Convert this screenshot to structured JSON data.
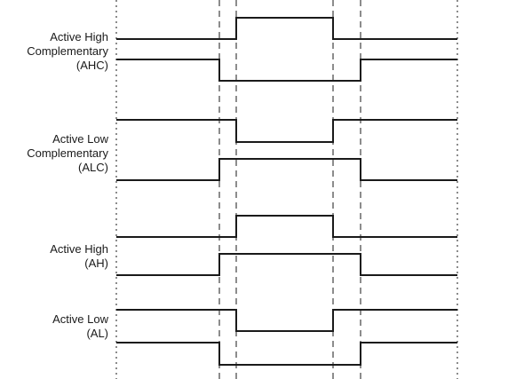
{
  "diagram": {
    "groups": [
      {
        "id": "ahc",
        "label_lines": [
          "Active High",
          "Complementary",
          "(AHC)"
        ],
        "upper_signal": [
          "low",
          "high",
          "low"
        ],
        "lower_signal": [
          "high",
          "low",
          "high"
        ]
      },
      {
        "id": "alc",
        "label_lines": [
          "Active Low",
          "Complementary",
          "(ALC)"
        ],
        "upper_signal": [
          "high",
          "low",
          "high"
        ],
        "lower_signal": [
          "low",
          "high",
          "low"
        ]
      },
      {
        "id": "ah",
        "label_lines": [
          "Active High",
          "(AH)"
        ],
        "upper_signal": [
          "low",
          "high",
          "low"
        ],
        "lower_signal": [
          "low",
          "high",
          "low"
        ]
      },
      {
        "id": "al",
        "label_lines": [
          "Active Low",
          "(AL)"
        ],
        "upper_signal": [
          "high",
          "low",
          "high"
        ],
        "lower_signal": [
          "high",
          "low",
          "high"
        ]
      }
    ]
  }
}
